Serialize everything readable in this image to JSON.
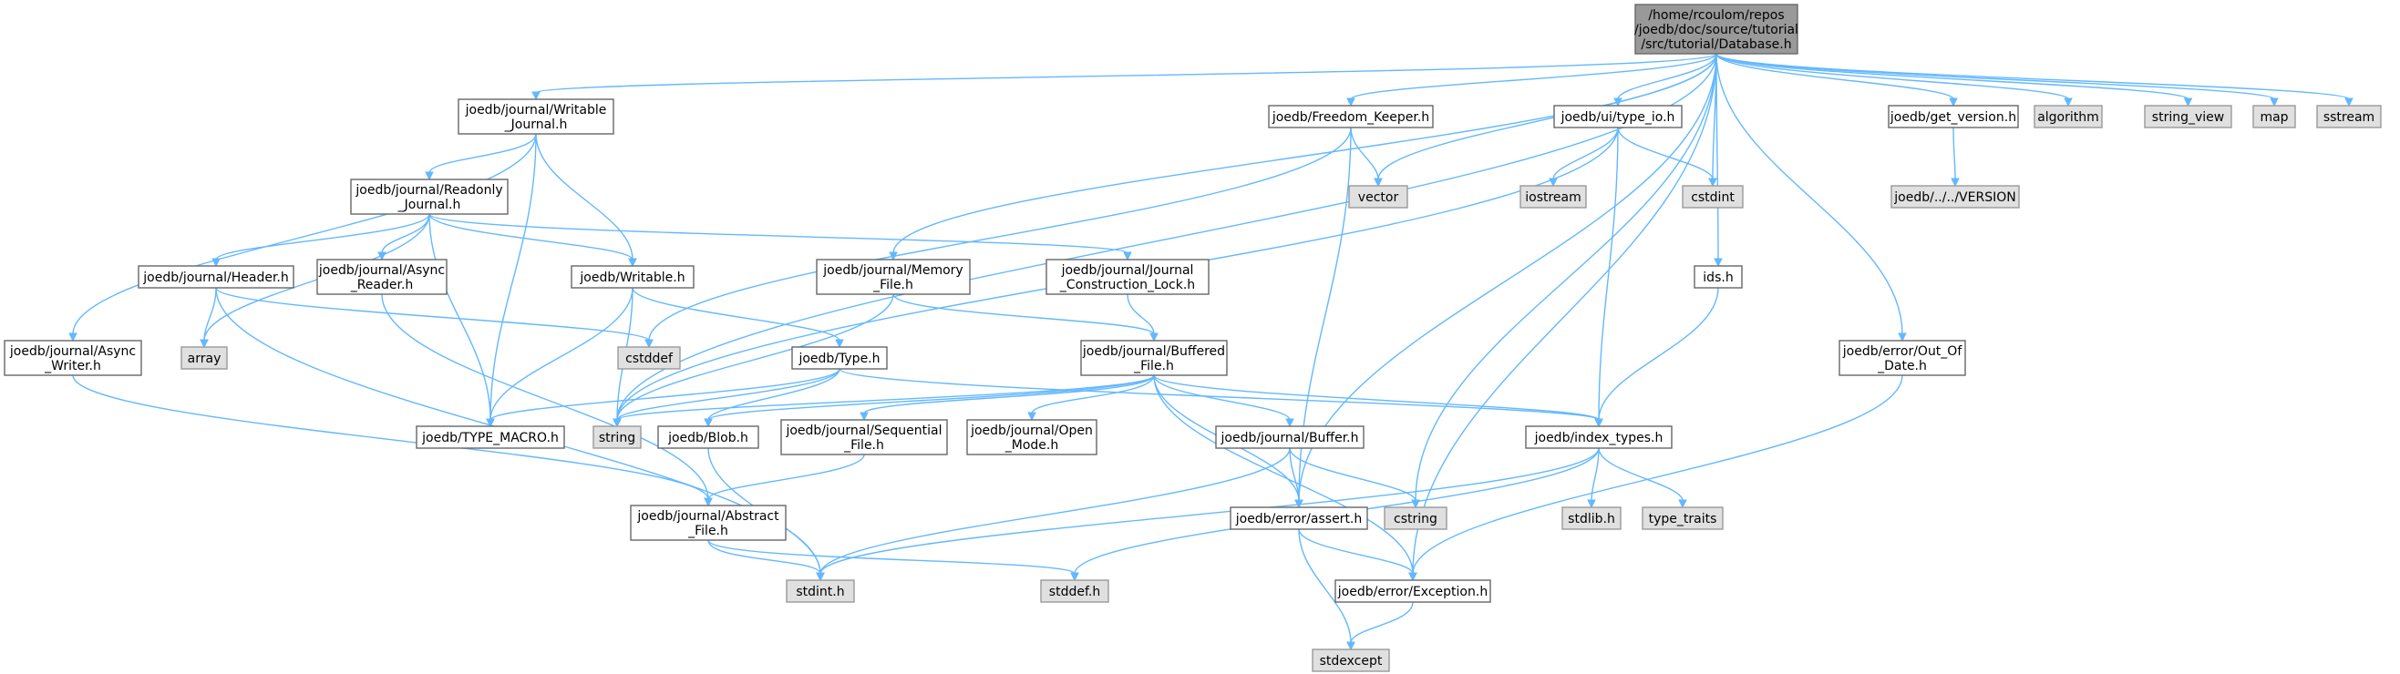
{
  "graph": {
    "colors": {
      "root_fill": "#999999",
      "file_fill": "#ffffff",
      "file_stroke": "#666666",
      "system_fill": "#e0e0e0",
      "system_stroke": "#999999",
      "edge": "#63b8ff",
      "text": "#000000"
    },
    "nodes": [
      {
        "id": "root",
        "kind": "root",
        "lines": [
          "/home/rcoulom/repos",
          "/joedb/doc/source/tutorial",
          "/src/tutorial/Database.h"
        ]
      },
      {
        "id": "writable_journal",
        "kind": "file",
        "lines": [
          "joedb/journal/Writable",
          "_Journal.h"
        ]
      },
      {
        "id": "freedom_keeper",
        "kind": "file",
        "lines": [
          "joedb/Freedom_Keeper.h"
        ]
      },
      {
        "id": "type_io",
        "kind": "file",
        "lines": [
          "joedb/ui/type_io.h"
        ]
      },
      {
        "id": "get_version",
        "kind": "file",
        "lines": [
          "joedb/get_version.h"
        ]
      },
      {
        "id": "algorithm",
        "kind": "system",
        "lines": [
          "algorithm"
        ]
      },
      {
        "id": "string_view",
        "kind": "system",
        "lines": [
          "string_view"
        ]
      },
      {
        "id": "map",
        "kind": "system",
        "lines": [
          "map"
        ]
      },
      {
        "id": "sstream",
        "kind": "system",
        "lines": [
          "sstream"
        ]
      },
      {
        "id": "readonly_journal",
        "kind": "file",
        "lines": [
          "joedb/journal/Readonly",
          "_Journal.h"
        ]
      },
      {
        "id": "vector",
        "kind": "system",
        "lines": [
          "vector"
        ]
      },
      {
        "id": "iostream",
        "kind": "system",
        "lines": [
          "iostream"
        ]
      },
      {
        "id": "cstdint",
        "kind": "system",
        "lines": [
          "cstdint"
        ]
      },
      {
        "id": "version_file",
        "kind": "system",
        "lines": [
          "joedb/../../VERSION"
        ]
      },
      {
        "id": "header",
        "kind": "file",
        "lines": [
          "joedb/journal/Header.h"
        ]
      },
      {
        "id": "async_reader",
        "kind": "file",
        "lines": [
          "joedb/journal/Async",
          "_Reader.h"
        ]
      },
      {
        "id": "writable",
        "kind": "file",
        "lines": [
          "joedb/Writable.h"
        ]
      },
      {
        "id": "memory_file",
        "kind": "file",
        "lines": [
          "joedb/journal/Memory",
          "_File.h"
        ]
      },
      {
        "id": "journal_construction_lock",
        "kind": "file",
        "lines": [
          "joedb/journal/Journal",
          "_Construction_Lock.h"
        ]
      },
      {
        "id": "ids",
        "kind": "file",
        "lines": [
          "ids.h"
        ]
      },
      {
        "id": "async_writer",
        "kind": "file",
        "lines": [
          "joedb/journal/Async",
          "_Writer.h"
        ]
      },
      {
        "id": "array",
        "kind": "system",
        "lines": [
          "array"
        ]
      },
      {
        "id": "cstddef",
        "kind": "system",
        "lines": [
          "cstddef"
        ]
      },
      {
        "id": "type_h",
        "kind": "file",
        "lines": [
          "joedb/Type.h"
        ]
      },
      {
        "id": "buffered_file",
        "kind": "file",
        "lines": [
          "joedb/journal/Buffered",
          "_File.h"
        ]
      },
      {
        "id": "out_of_date",
        "kind": "file",
        "lines": [
          "joedb/error/Out_Of",
          "_Date.h"
        ]
      },
      {
        "id": "type_macro",
        "kind": "file",
        "lines": [
          "joedb/TYPE_MACRO.h"
        ]
      },
      {
        "id": "string",
        "kind": "system",
        "lines": [
          "string"
        ]
      },
      {
        "id": "blob",
        "kind": "file",
        "lines": [
          "joedb/Blob.h"
        ]
      },
      {
        "id": "sequential_file",
        "kind": "file",
        "lines": [
          "joedb/journal/Sequential",
          "_File.h"
        ]
      },
      {
        "id": "open_mode",
        "kind": "file",
        "lines": [
          "joedb/journal/Open",
          "_Mode.h"
        ]
      },
      {
        "id": "buffer",
        "kind": "file",
        "lines": [
          "joedb/journal/Buffer.h"
        ]
      },
      {
        "id": "index_types",
        "kind": "file",
        "lines": [
          "joedb/index_types.h"
        ]
      },
      {
        "id": "abstract_file",
        "kind": "file",
        "lines": [
          "joedb/journal/Abstract",
          "_File.h"
        ]
      },
      {
        "id": "error_assert",
        "kind": "file",
        "lines": [
          "joedb/error/assert.h"
        ]
      },
      {
        "id": "cstring",
        "kind": "system",
        "lines": [
          "cstring"
        ]
      },
      {
        "id": "stdlib",
        "kind": "system",
        "lines": [
          "stdlib.h"
        ]
      },
      {
        "id": "type_traits",
        "kind": "system",
        "lines": [
          "type_traits"
        ]
      },
      {
        "id": "stdint",
        "kind": "system",
        "lines": [
          "stdint.h"
        ]
      },
      {
        "id": "stddef",
        "kind": "system",
        "lines": [
          "stddef.h"
        ]
      },
      {
        "id": "exception",
        "kind": "file",
        "lines": [
          "joedb/error/Exception.h"
        ]
      },
      {
        "id": "stdexcept",
        "kind": "system",
        "lines": [
          "stdexcept"
        ]
      }
    ],
    "edges": [
      [
        "root",
        "writable_journal"
      ],
      [
        "root",
        "freedom_keeper"
      ],
      [
        "root",
        "type_io"
      ],
      [
        "root",
        "get_version"
      ],
      [
        "root",
        "algorithm"
      ],
      [
        "root",
        "string_view"
      ],
      [
        "root",
        "map"
      ],
      [
        "root",
        "sstream"
      ],
      [
        "root",
        "vector"
      ],
      [
        "root",
        "cstdint"
      ],
      [
        "root",
        "memory_file"
      ],
      [
        "root",
        "ids"
      ],
      [
        "root",
        "string"
      ],
      [
        "root",
        "out_of_date"
      ],
      [
        "root",
        "error_assert"
      ],
      [
        "root",
        "cstring"
      ],
      [
        "root",
        "exception"
      ],
      [
        "writable_journal",
        "readonly_journal"
      ],
      [
        "writable_journal",
        "writable"
      ],
      [
        "writable_journal",
        "type_macro"
      ],
      [
        "writable_journal",
        "async_writer"
      ],
      [
        "readonly_journal",
        "header"
      ],
      [
        "readonly_journal",
        "async_reader"
      ],
      [
        "readonly_journal",
        "writable"
      ],
      [
        "readonly_journal",
        "journal_construction_lock"
      ],
      [
        "readonly_journal",
        "type_macro"
      ],
      [
        "readonly_journal",
        "array"
      ],
      [
        "header",
        "array"
      ],
      [
        "header",
        "cstddef"
      ],
      [
        "header",
        "stdint"
      ],
      [
        "async_reader",
        "abstract_file"
      ],
      [
        "writable",
        "type_h"
      ],
      [
        "writable",
        "type_macro"
      ],
      [
        "writable",
        "string"
      ],
      [
        "async_writer",
        "abstract_file"
      ],
      [
        "type_h",
        "type_macro"
      ],
      [
        "type_h",
        "string"
      ],
      [
        "type_h",
        "blob"
      ],
      [
        "type_h",
        "index_types"
      ],
      [
        "freedom_keeper",
        "vector"
      ],
      [
        "freedom_keeper",
        "cstddef"
      ],
      [
        "freedom_keeper",
        "error_assert"
      ],
      [
        "type_io",
        "iostream"
      ],
      [
        "type_io",
        "cstdint"
      ],
      [
        "type_io",
        "index_types"
      ],
      [
        "type_io",
        "string"
      ],
      [
        "get_version",
        "version_file"
      ],
      [
        "memory_file",
        "buffered_file"
      ],
      [
        "memory_file",
        "string"
      ],
      [
        "journal_construction_lock",
        "buffered_file"
      ],
      [
        "buffered_file",
        "sequential_file"
      ],
      [
        "buffered_file",
        "open_mode"
      ],
      [
        "buffered_file",
        "buffer"
      ],
      [
        "buffered_file",
        "index_types"
      ],
      [
        "buffered_file",
        "error_assert"
      ],
      [
        "buffered_file",
        "exception"
      ],
      [
        "buffered_file",
        "blob"
      ],
      [
        "buffered_file",
        "string"
      ],
      [
        "ids",
        "index_types"
      ],
      [
        "out_of_date",
        "exception"
      ],
      [
        "blob",
        "stdint"
      ],
      [
        "sequential_file",
        "abstract_file"
      ],
      [
        "buffer",
        "error_assert"
      ],
      [
        "buffer",
        "cstring"
      ],
      [
        "buffer",
        "stdint"
      ],
      [
        "index_types",
        "stdlib"
      ],
      [
        "index_types",
        "type_traits"
      ],
      [
        "index_types",
        "stdint"
      ],
      [
        "index_types",
        "stddef"
      ],
      [
        "abstract_file",
        "stdint"
      ],
      [
        "abstract_file",
        "stddef"
      ],
      [
        "error_assert",
        "exception"
      ],
      [
        "error_assert",
        "stdexcept"
      ],
      [
        "exception",
        "stdexcept"
      ]
    ]
  }
}
